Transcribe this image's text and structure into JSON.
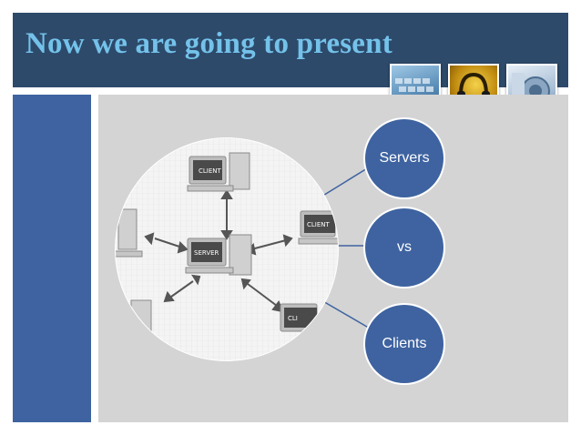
{
  "slide": {
    "title": "Now we are going to present",
    "title_color": "#74c2ea",
    "header_color": "#2d4a6b",
    "accent_color": "#3e63a0",
    "thumbnails": [
      "keyboard-image",
      "headphones-image",
      "speaker-image"
    ]
  },
  "network_image": {
    "client_top": "CLIENT",
    "client_right": "CLIENT",
    "server": "SERVER",
    "client_bottom_right": "CLI"
  },
  "nodes": [
    {
      "label": "Servers"
    },
    {
      "label": "vs"
    },
    {
      "label": "Clients"
    }
  ]
}
